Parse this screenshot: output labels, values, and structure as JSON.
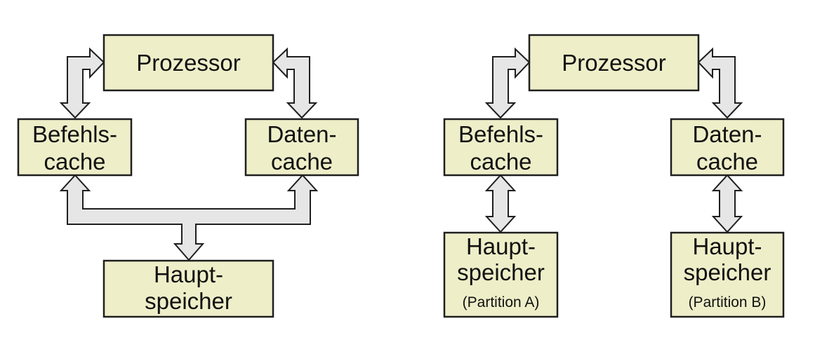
{
  "left_diagram": {
    "processor": "Prozessor",
    "instruction_cache": [
      "Befehls-",
      "cache"
    ],
    "data_cache": [
      "Daten-",
      "cache"
    ],
    "main_memory": [
      "Haupt-",
      "speicher"
    ]
  },
  "right_diagram": {
    "processor": "Prozessor",
    "instruction_cache": [
      "Befehls-",
      "cache"
    ],
    "data_cache": [
      "Daten-",
      "cache"
    ],
    "memory_a": [
      "Haupt-",
      "speicher",
      "(Partition A)"
    ],
    "memory_b": [
      "Haupt-",
      "speicher",
      "(Partition B)"
    ]
  }
}
